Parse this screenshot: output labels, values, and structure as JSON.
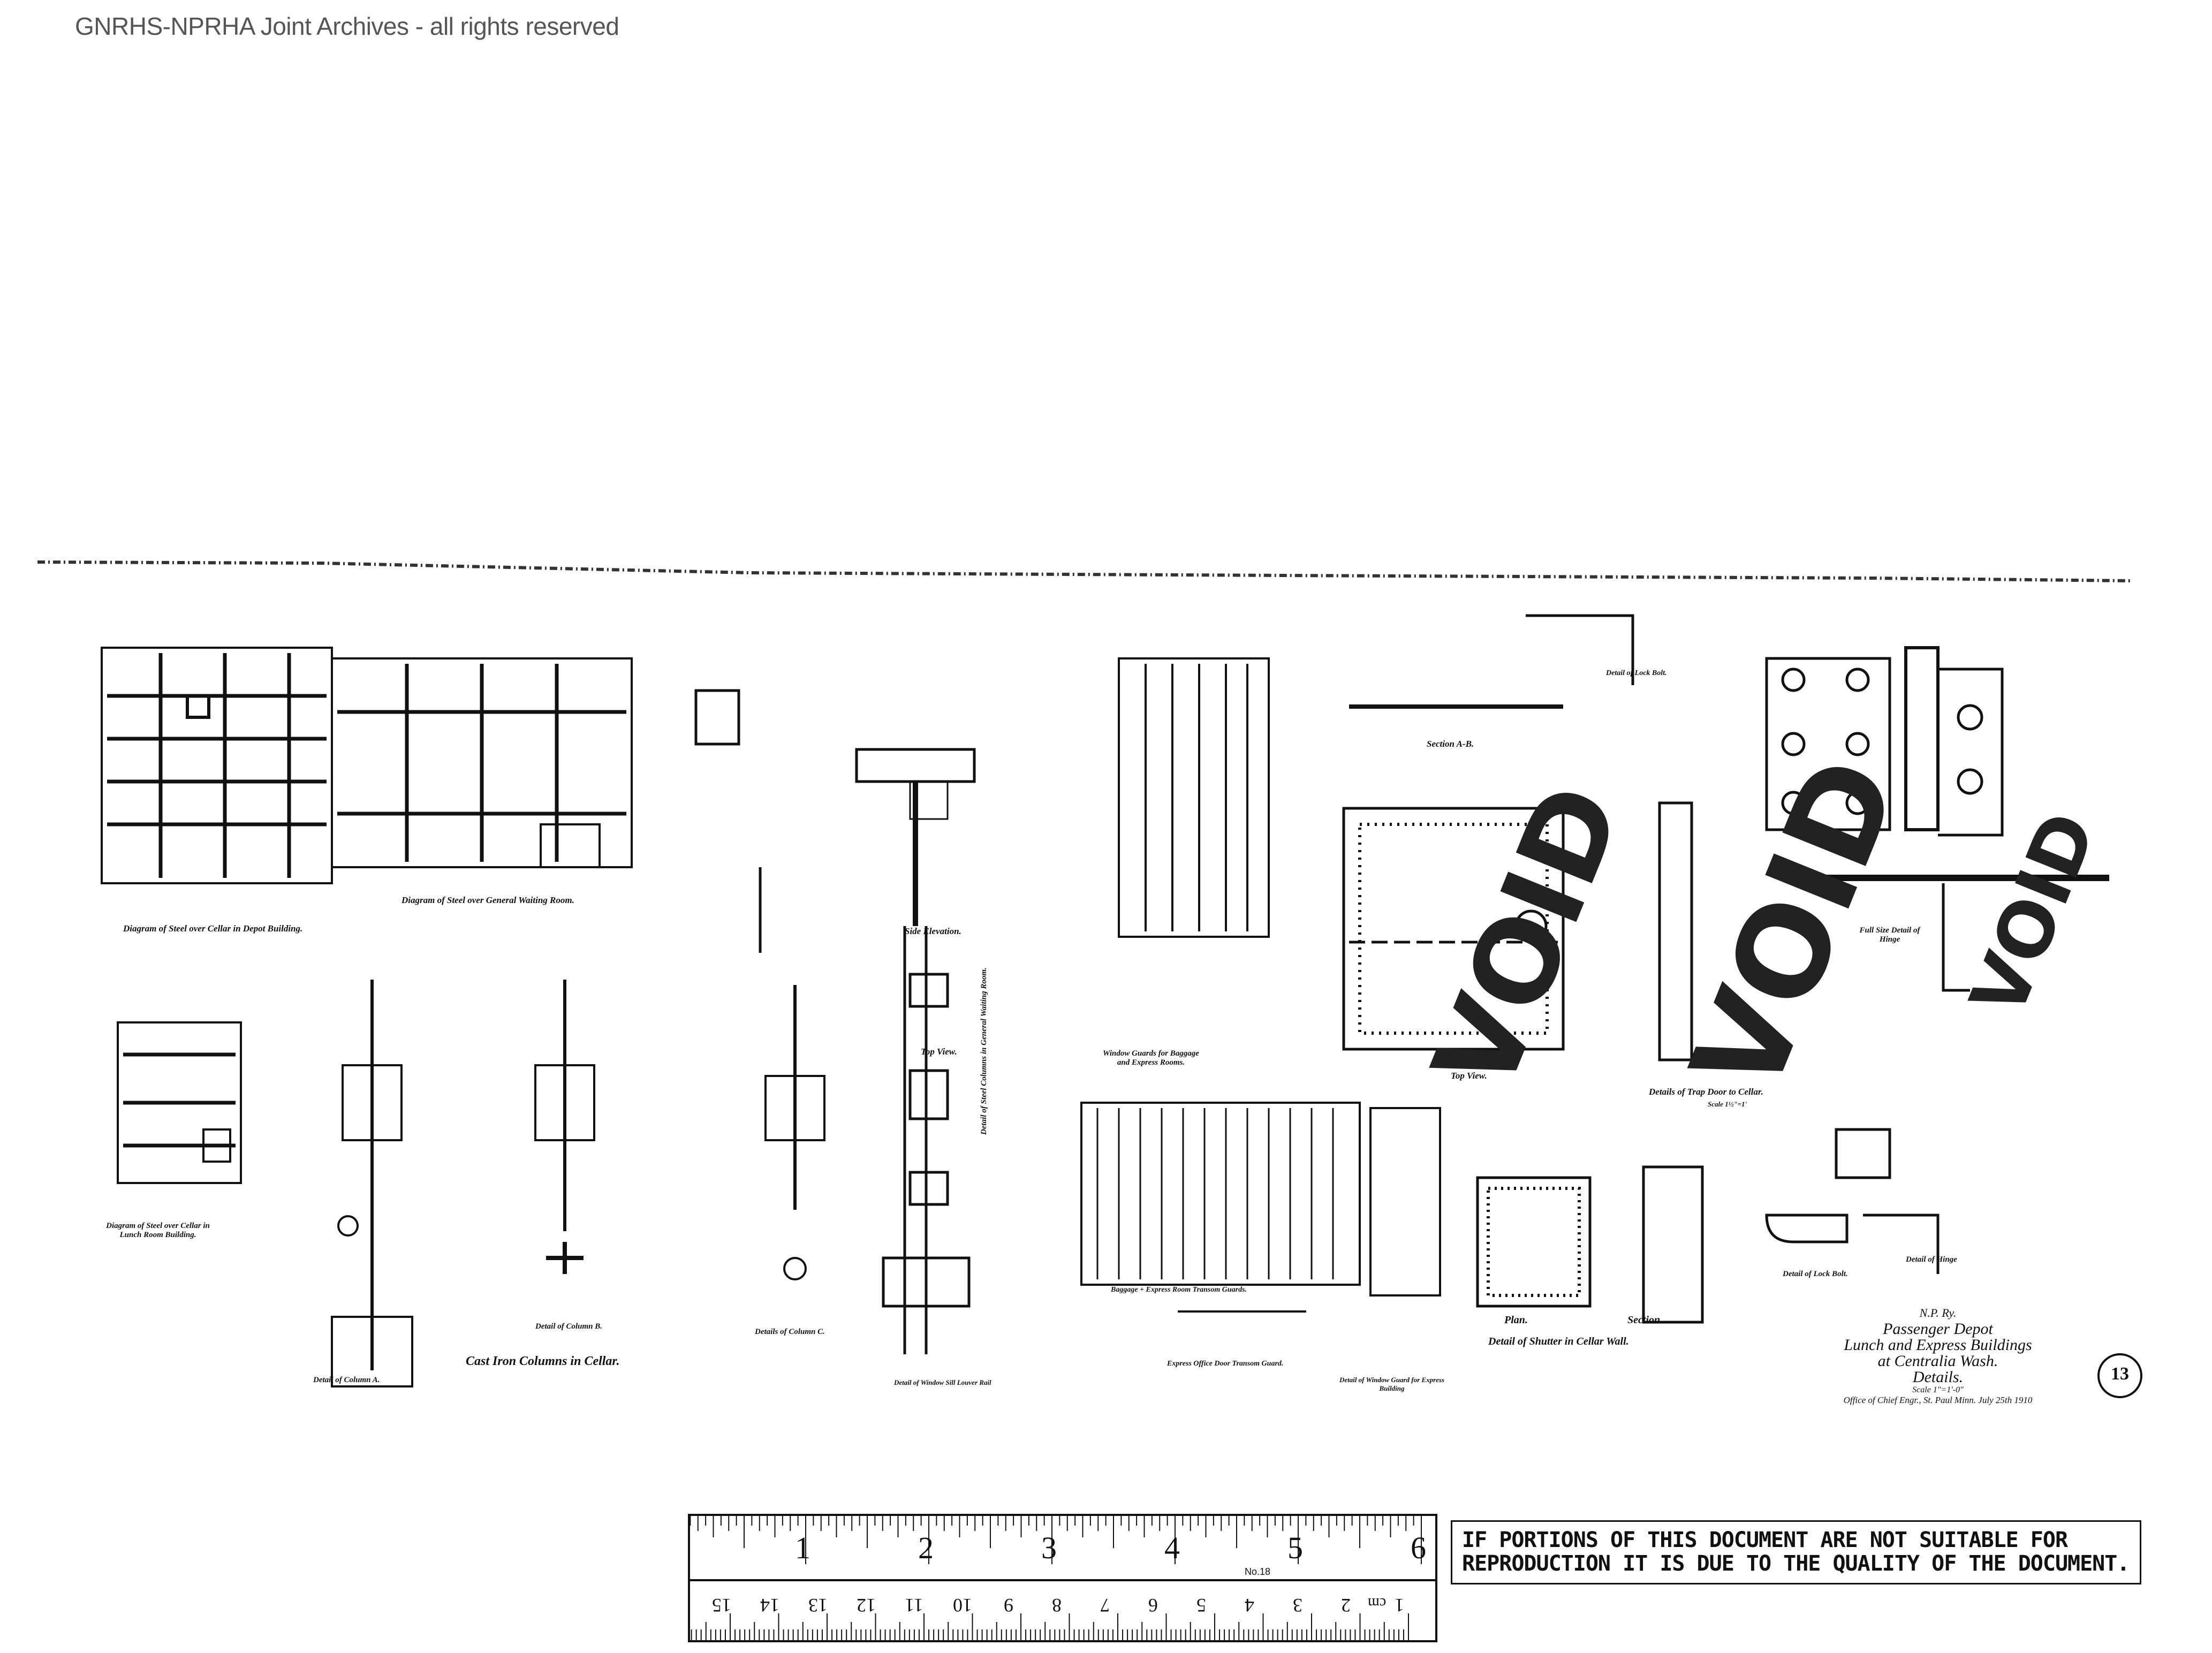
{
  "watermark": "GNRHS-NPRHA Joint Archives - all rights reserved",
  "drawing": {
    "labels": {
      "cellar_depot": "Diagram of Steel over Cellar in Depot Building.",
      "general_waiting": "Diagram of Steel over General Waiting Room.",
      "lunch_room": "Diagram of Steel over Cellar in Lunch Room Building.",
      "column_a": "Detail of Column A.",
      "column_b": "Detail of Column B.",
      "column_c": "Details of Column C.",
      "cast_iron": "Cast Iron Columns in Cellar.",
      "side_elevation": "Side Elevation.",
      "top_view_1": "Top View.",
      "steel_columns": "Detail of Steel Columns in General Waiting Room.",
      "window_sill": "Detail of Window Sill Louver Rail",
      "window_guards": "Window Guards for Baggage and Express Rooms.",
      "transom_guards": "Baggage + Express Room Transom Guards.",
      "express_office": "Express Office Door Transom Guard.",
      "window_guard_express": "Detail of Window Guard for Express Building",
      "top_view_2": "Top View.",
      "trap_door": "Details of Trap Door to Cellar.",
      "trap_door_scale": "Scale 1½\"=1'",
      "lock_bolt": "Detail of Lock Bolt.",
      "hinge": "Full Size Detail of Hinge",
      "shutter": "Detail of Shutter in Cellar Wall.",
      "plan": "Plan.",
      "section": "Section.",
      "lock_bolt_2": "Detail of Lock Bolt.",
      "hinge_2": "Detail of Hinge",
      "section_ab": "Section A-B."
    },
    "void_stamp": "VOID",
    "sheet_number": "13"
  },
  "title_block": {
    "railway": "N.P. Ry.",
    "line1": "Passenger Depot",
    "line2": "Lunch and Express Buildings",
    "line3": "at Centralia Wash.",
    "line4": "Details.",
    "scale": "Scale 1\"=1'-0\"",
    "office": "Office of Chief Engr., St. Paul Minn. July 25th 1910"
  },
  "ruler": {
    "inches": [
      "1",
      "2",
      "3",
      "4",
      "5",
      "6"
    ],
    "model": "No.18",
    "cm": [
      "1",
      "cm",
      "2",
      "3",
      "4",
      "5",
      "6",
      "7",
      "8",
      "9",
      "10",
      "11",
      "12",
      "13",
      "14",
      "15"
    ]
  },
  "notice": "IF PORTIONS OF THIS DOCUMENT ARE NOT SUITABLE FOR REPRODUCTION IT IS DUE TO THE QUALITY OF THE DOCUMENT."
}
